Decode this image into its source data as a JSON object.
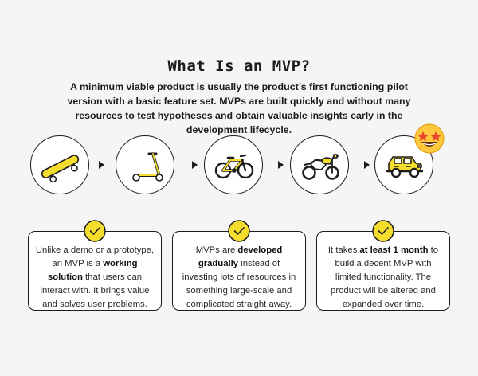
{
  "title": "What Is an MVP?",
  "subtitle": "A minimum viable product is usually the product’s first functioning pilot version with a basic feature set. MVPs are built quickly and without many resources to test hypotheses and obtain valuable insights early in the development lifecycle.",
  "colors": {
    "accent": "#F5DD2E",
    "outline": "#1C1C1C",
    "background": "#F5F5F5"
  },
  "stages": [
    {
      "icon": "skateboard-icon"
    },
    {
      "icon": "scooter-icon"
    },
    {
      "icon": "bicycle-icon"
    },
    {
      "icon": "motorcycle-icon"
    },
    {
      "icon": "car-icon",
      "badge": "star-struck-emoji-icon"
    }
  ],
  "cards": [
    {
      "pre": "Unlike a demo or a prototype, an MVP is a ",
      "bold": "working solution",
      "post": " that users can interact with. It brings value and solves user problems."
    },
    {
      "pre": "MVPs are ",
      "bold": "developed gradually",
      "post": " instead of investing lots of resources in something large-scale and complicated straight away."
    },
    {
      "pre": "It takes ",
      "bold": "at least 1 month",
      "post": " to build a decent MVP with limited functionality. The product will be altered and expanded over time."
    }
  ]
}
